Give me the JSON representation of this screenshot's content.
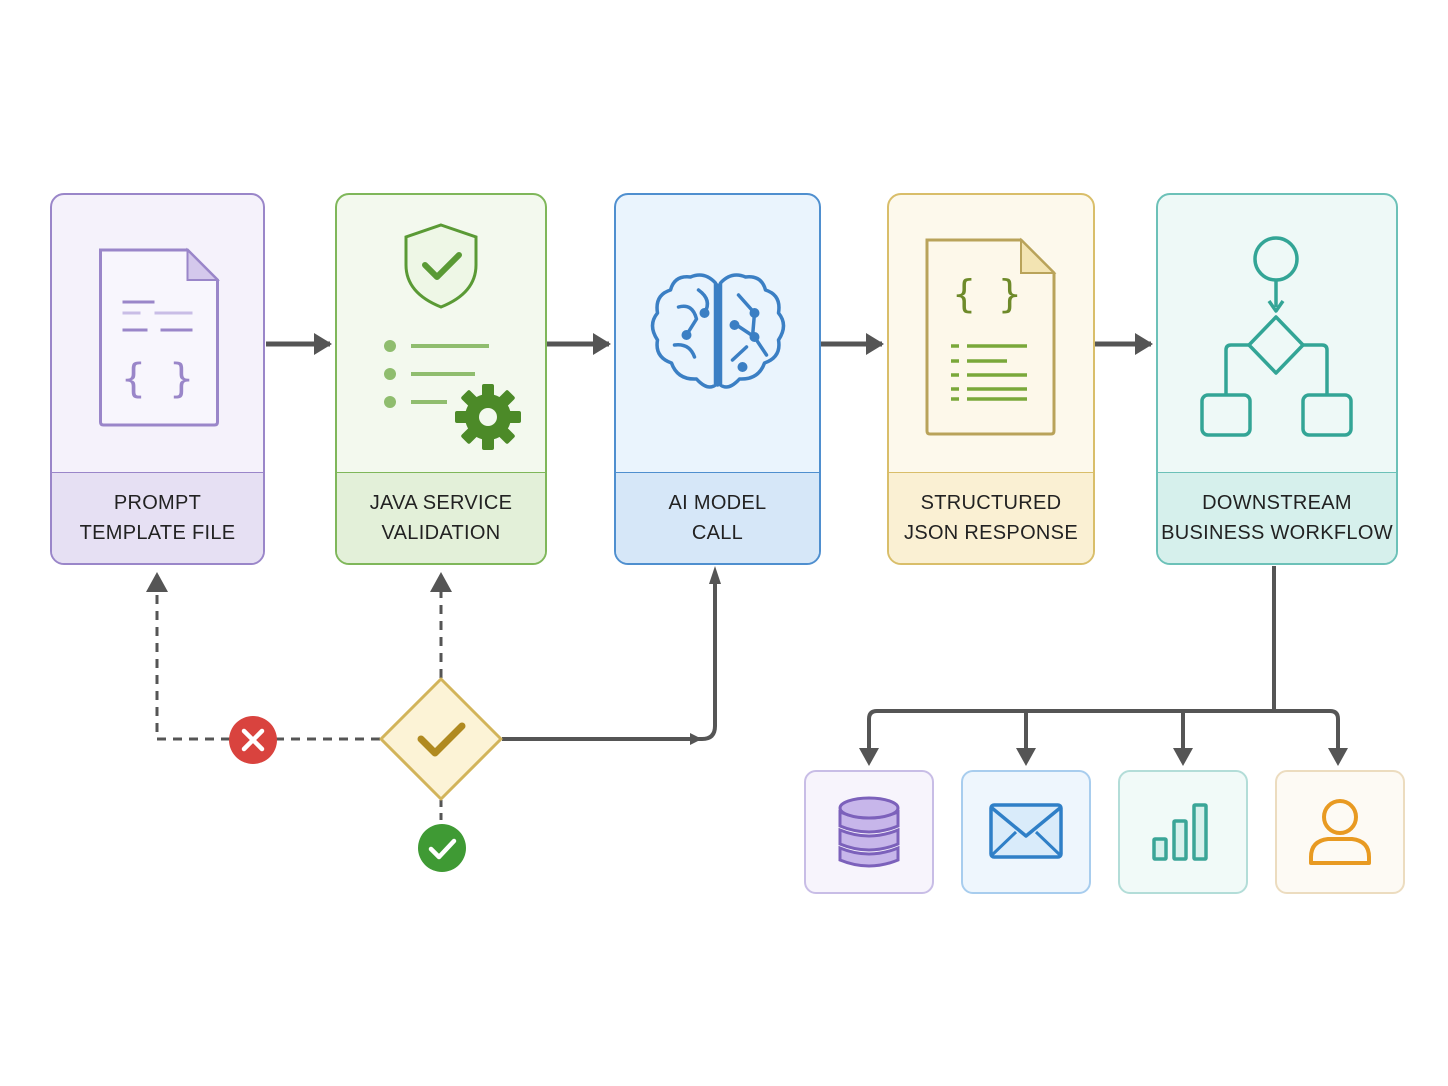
{
  "stages": [
    {
      "id": "prompt",
      "label_line1": "PROMPT",
      "label_line2": "TEMPLATE FILE",
      "icon": "document-braces-icon",
      "color": "#9a86c9",
      "bg": "#f5f2fb",
      "label_bg": "#e6e0f3"
    },
    {
      "id": "java",
      "label_line1": "JAVA SERVICE",
      "label_line2": "VALIDATION",
      "icon": "shield-check-gear-icon",
      "color": "#7fb75a",
      "bg": "#f3f9ee",
      "label_bg": "#e3f0d9"
    },
    {
      "id": "ai",
      "label_line1": "AI MODEL",
      "label_line2": "CALL",
      "icon": "brain-network-icon",
      "color": "#4f8fcf",
      "bg": "#eaf4fd",
      "label_bg": "#d6e7f8"
    },
    {
      "id": "json",
      "label_line1": "STRUCTURED",
      "label_line2": "JSON RESPONSE",
      "icon": "json-document-icon",
      "color": "#d9be6a",
      "bg": "#fdf9ec",
      "label_bg": "#faf0d3"
    },
    {
      "id": "workflow",
      "label_line1": "DOWNSTREAM",
      "label_line2": "BUSINESS WORKFLOW",
      "icon": "flowchart-icon",
      "color": "#6cc1b8",
      "bg": "#eef9f7",
      "label_bg": "#d6f0ec"
    }
  ],
  "decision": {
    "icon": "decision-check-icon",
    "fail_icon": "error-x-icon",
    "pass_icon": "success-check-icon"
  },
  "outputs": [
    {
      "id": "database",
      "icon": "database-icon",
      "color": "#8b74c4",
      "border": "#c8bde6",
      "bg": "#f7f4fc"
    },
    {
      "id": "email",
      "icon": "envelope-icon",
      "color": "#3b8bd0",
      "border": "#a8cdee",
      "bg": "#eef6fd"
    },
    {
      "id": "analytics",
      "icon": "bar-chart-icon",
      "color": "#45a99e",
      "border": "#b3ddd8",
      "bg": "#f1faf8"
    },
    {
      "id": "user",
      "icon": "user-icon",
      "color": "#e8a030",
      "border": "#ecdcbf",
      "bg": "#fdfaf4"
    }
  ]
}
